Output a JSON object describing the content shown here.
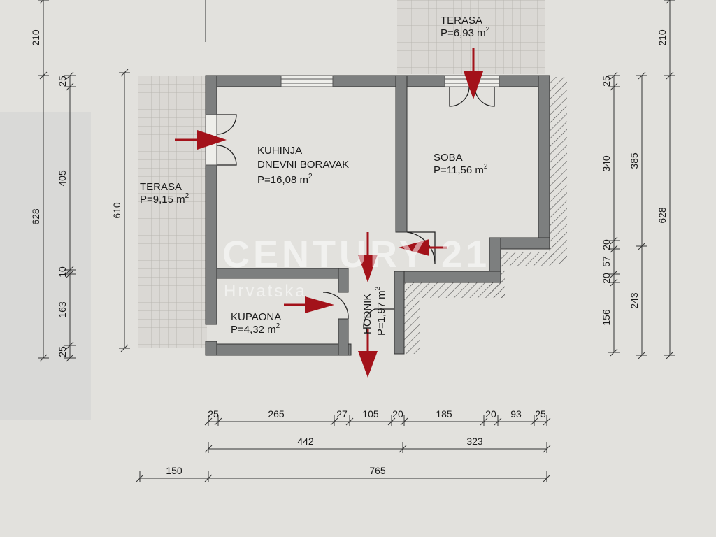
{
  "rooms": {
    "terasa_top": {
      "name": "TERASA",
      "area": "P=6,93 m",
      "sup": "2"
    },
    "terasa_left": {
      "name": "TERASA",
      "area": "P=9,15 m",
      "sup": "2"
    },
    "kuhinja": {
      "name1": "KUHINJA",
      "name2": "DNEVNI BORAVAK",
      "area": "P=16,08 m",
      "sup": "2"
    },
    "soba": {
      "name": "SOBA",
      "area": "P=11,56 m",
      "sup": "2"
    },
    "hodnik": {
      "name": "HODNIK",
      "area": "P=1,97 m",
      "sup": "2"
    },
    "kupaona": {
      "name": "KUPAONA",
      "area": "P=4,32 m",
      "sup": "2"
    }
  },
  "dimensions": {
    "left_outer": [
      "210",
      "628"
    ],
    "left_inner": [
      "25",
      "405",
      "10",
      "163",
      "25"
    ],
    "left_terrace": "610",
    "right_inner": [
      "25",
      "340",
      "20",
      "57",
      "20",
      "156"
    ],
    "right_mid": [
      "385",
      "243"
    ],
    "right_outer": [
      "210",
      "628"
    ],
    "bottom_row1": [
      "25",
      "265",
      "27",
      "105",
      "20",
      "185",
      "20",
      "93",
      "25"
    ],
    "bottom_row2": [
      "442",
      "323"
    ],
    "bottom_row3": [
      "150",
      "765"
    ]
  },
  "watermark": {
    "brand": "CENTURY 21",
    "sub": "Hrvatska"
  },
  "colors": {
    "wall": "#7d7f7f",
    "arrow": "#a3121a",
    "tile": "#c9c7c3",
    "paper": "#e2e1dd"
  }
}
